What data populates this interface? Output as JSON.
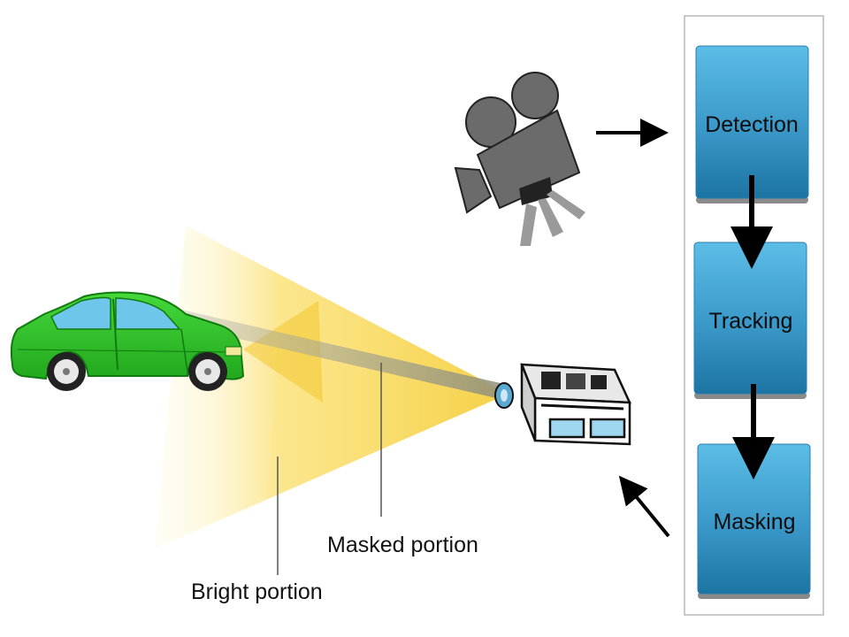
{
  "pipeline": {
    "steps": [
      {
        "label": "Detection"
      },
      {
        "label": "Tracking"
      },
      {
        "label": "Masking"
      }
    ]
  },
  "annotations": {
    "masked": "Masked portion",
    "bright": "Bright portion"
  },
  "colors": {
    "car_body": "#2fc42a",
    "car_window": "#6ec6ea",
    "beam": "#f7d34a",
    "mask_beam": "#9e9e86",
    "box_top": "#53b5e0",
    "box_bottom": "#1c78a6",
    "frame": "#b8b8b8",
    "camera": "#6b6b6b",
    "arrow": "#000000"
  },
  "icons": {
    "camera": "video-camera-icon",
    "projector": "projector-icon",
    "car": "car-icon"
  }
}
